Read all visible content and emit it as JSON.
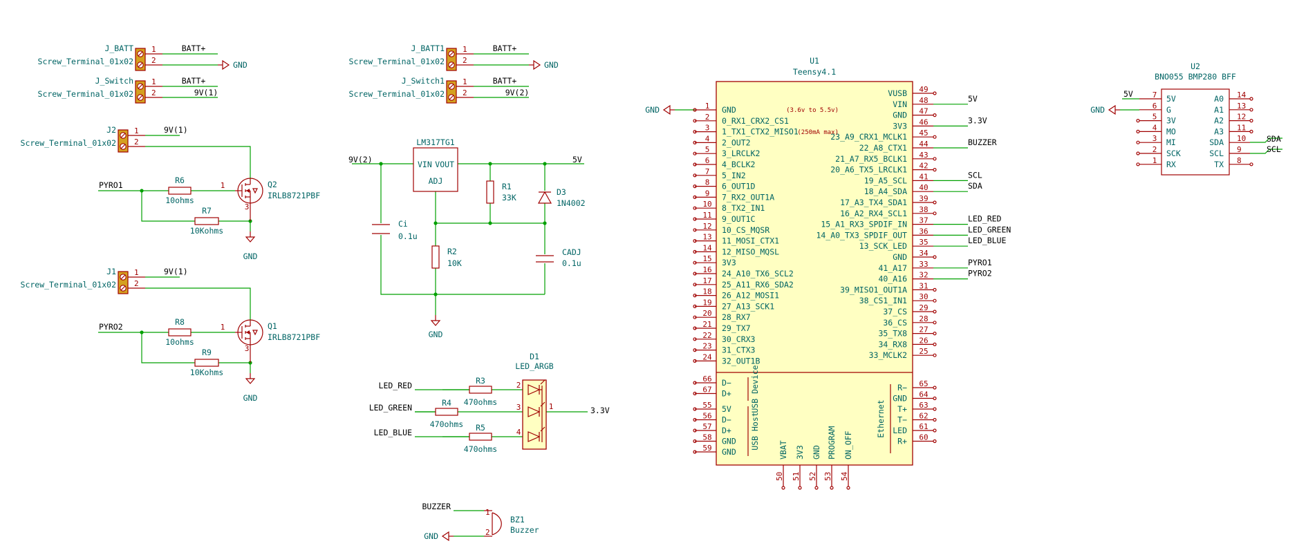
{
  "connectors": [
    {
      "ref": "J_BATT",
      "value": "Screw_Terminal_01x02",
      "pin1": "1",
      "pin2": "2",
      "net1": "BATT+",
      "net2": "GND"
    },
    {
      "ref": "J_Switch",
      "value": "Screw_Terminal_01x02",
      "pin1": "1",
      "pin2": "2",
      "net1": "BATT+",
      "net2": "9V(1)"
    },
    {
      "ref": "J2",
      "value": "Screw_Terminal_01x02",
      "pin1": "1",
      "pin2": "2",
      "net1": "9V(1)"
    },
    {
      "ref": "J1",
      "value": "Screw_Terminal_01x02",
      "pin1": "1",
      "pin2": "2",
      "net1": "9V(1)"
    },
    {
      "ref": "J_BATT1",
      "value": "Screw_Terminal_01x02",
      "pin1": "1",
      "pin2": "2",
      "net1": "BATT+",
      "net2": "GND"
    },
    {
      "ref": "J_Switch1",
      "value": "Screw_Terminal_01x02",
      "pin1": "1",
      "pin2": "2",
      "net1": "BATT+",
      "net2": "9V(2)"
    }
  ],
  "pyro1": {
    "input": "PYRO1",
    "gate_r": {
      "ref": "R6",
      "value": "10ohms"
    },
    "pull_r": {
      "ref": "R7",
      "value": "10Kohms"
    },
    "fet": {
      "ref": "Q2",
      "value": "IRLB8721PBF"
    },
    "pin": "1",
    "pin3": "3",
    "gnd": "GND"
  },
  "pyro2": {
    "input": "PYRO2",
    "gate_r": {
      "ref": "R8",
      "value": "10ohms"
    },
    "pull_r": {
      "ref": "R9",
      "value": "10Kohms"
    },
    "fet": {
      "ref": "Q1",
      "value": "IRLB8721PBF"
    },
    "pin": "1",
    "pin3": "3",
    "gnd": "GND"
  },
  "regulator": {
    "ref": "LM317TG1",
    "vin": "VIN",
    "vout": "VOUT",
    "adj": "ADJ",
    "in_net": "9V(2)",
    "out_net": "5V",
    "gnd": "GND",
    "ci": {
      "ref": "Ci",
      "value": "0.1u"
    },
    "r1": {
      "ref": "R1",
      "value": "33K"
    },
    "r2": {
      "ref": "R2",
      "value": "10K"
    },
    "d3": {
      "ref": "D3",
      "value": "1N4002"
    },
    "cadj": {
      "ref": "CADJ",
      "value": "0.1u"
    }
  },
  "led": {
    "ref": "D1",
    "value": "LED_ARGB",
    "common_net": "3.3V",
    "common_pin": "1",
    "channels": [
      {
        "net": "LED_RED",
        "ref": "R3",
        "value": "470ohms",
        "pin": "2"
      },
      {
        "net": "LED_GREEN",
        "ref": "R4",
        "value": "470ohms",
        "pin": "3"
      },
      {
        "net": "LED_BLUE",
        "ref": "R5",
        "value": "470ohms",
        "pin": "4"
      }
    ]
  },
  "buzzer": {
    "ref": "BZ1",
    "value": "Buzzer",
    "net1": "BUZZER",
    "net2": "GND",
    "pin1": "1",
    "pin2": "2"
  },
  "teensy": {
    "ref": "U1",
    "value": "Teensy4.1",
    "gnd_net": "GND",
    "left_pins": [
      {
        "num": "1",
        "name": "GND"
      },
      {
        "num": "2",
        "name": "0_RX1_CRX2_CS1"
      },
      {
        "num": "3",
        "name": "1_TX1_CTX2_MISO1"
      },
      {
        "num": "4",
        "name": "2_OUT2"
      },
      {
        "num": "5",
        "name": "3_LRCLK2"
      },
      {
        "num": "6",
        "name": "4_BCLK2"
      },
      {
        "num": "7",
        "name": "5_IN2"
      },
      {
        "num": "8",
        "name": "6_OUT1D"
      },
      {
        "num": "9",
        "name": "7_RX2_OUT1A"
      },
      {
        "num": "10",
        "name": "8_TX2_IN1"
      },
      {
        "num": "11",
        "name": "9_OUT1C"
      },
      {
        "num": "12",
        "name": "10_CS_MQSR"
      },
      {
        "num": "13",
        "name": "11_MOSI_CTX1"
      },
      {
        "num": "14",
        "name": "12_MISO_MQSL"
      },
      {
        "num": "15",
        "name": "3V3"
      },
      {
        "num": "16",
        "name": "24_A10_TX6_SCL2"
      },
      {
        "num": "17",
        "name": "25_A11_RX6_SDA2"
      },
      {
        "num": "18",
        "name": "26_A12_MOSI1"
      },
      {
        "num": "19",
        "name": "27_A13_SCK1"
      },
      {
        "num": "20",
        "name": "28_RX7"
      },
      {
        "num": "21",
        "name": "29_TX7"
      },
      {
        "num": "22",
        "name": "30_CRX3"
      },
      {
        "num": "23",
        "name": "31_CTX3"
      },
      {
        "num": "24",
        "name": "32_OUT1B"
      }
    ],
    "right_pins": [
      {
        "num": "49",
        "name": "VUSB",
        "net": ""
      },
      {
        "num": "48",
        "name": "VIN",
        "net": "5V"
      },
      {
        "num": "47",
        "name": "GND",
        "net": ""
      },
      {
        "num": "46",
        "name": "3V3",
        "net": "3.3V"
      },
      {
        "num": "45",
        "name": "23_A9_CRX1_MCLK1",
        "net": ""
      },
      {
        "num": "44",
        "name": "22_A8_CTX1",
        "net": "BUZZER"
      },
      {
        "num": "43",
        "name": "21_A7_RX5_BCLK1",
        "net": ""
      },
      {
        "num": "42",
        "name": "20_A6_TX5_LRCLK1",
        "net": ""
      },
      {
        "num": "41",
        "name": "19_A5_SCL",
        "net": "SCL"
      },
      {
        "num": "40",
        "name": "18_A4_SDA",
        "net": "SDA"
      },
      {
        "num": "39",
        "name": "17_A3_TX4_SDA1",
        "net": ""
      },
      {
        "num": "38",
        "name": "16_A2_RX4_SCL1",
        "net": ""
      },
      {
        "num": "37",
        "name": "15_A1_RX3_SPDIF_IN",
        "net": "LED_RED"
      },
      {
        "num": "36",
        "name": "14_A0_TX3_SPDIF_OUT",
        "net": "LED_GREEN"
      },
      {
        "num": "35",
        "name": "13_SCK_LED",
        "net": "LED_BLUE"
      },
      {
        "num": "34",
        "name": "GND",
        "net": ""
      },
      {
        "num": "33",
        "name": "41_A17",
        "net": "PYRO1"
      },
      {
        "num": "32",
        "name": "40_A16",
        "net": "PYRO2"
      },
      {
        "num": "31",
        "name": "39_MISO1_OUT1A",
        "net": ""
      },
      {
        "num": "30",
        "name": "38_CS1_IN1",
        "net": ""
      },
      {
        "num": "29",
        "name": "37_CS",
        "net": ""
      },
      {
        "num": "28",
        "name": "36_CS",
        "net": ""
      },
      {
        "num": "27",
        "name": "35_TX8",
        "net": ""
      },
      {
        "num": "26",
        "name": "34_RX8",
        "net": ""
      },
      {
        "num": "25",
        "name": "33_MCLK2",
        "net": ""
      }
    ],
    "vin_note": "(3.6v to 5.5v)",
    "v33_note": "(250mA max)",
    "usb_device": {
      "label": "USB Device",
      "pins": [
        {
          "num": "66",
          "name": "D−"
        },
        {
          "num": "67",
          "name": "D+"
        }
      ]
    },
    "usb_host": {
      "label": "USB Host",
      "pins": [
        {
          "num": "55",
          "name": "5V"
        },
        {
          "num": "56",
          "name": "D−"
        },
        {
          "num": "57",
          "name": "D+"
        },
        {
          "num": "58",
          "name": "GND"
        },
        {
          "num": "59",
          "name": "GND"
        }
      ]
    },
    "ethernet": {
      "label": "Ethernet",
      "pins": [
        {
          "num": "65",
          "name": "R−"
        },
        {
          "num": "64",
          "name": "GND"
        },
        {
          "num": "63",
          "name": "T+"
        },
        {
          "num": "62",
          "name": "T−"
        },
        {
          "num": "61",
          "name": "LED"
        },
        {
          "num": "60",
          "name": "R+"
        }
      ]
    },
    "bottom_pins": [
      {
        "num": "50",
        "name": "VBAT"
      },
      {
        "num": "51",
        "name": "3V3"
      },
      {
        "num": "52",
        "name": "GND"
      },
      {
        "num": "53",
        "name": "PROGRAM"
      },
      {
        "num": "54",
        "name": "ON_OFF"
      }
    ]
  },
  "imu": {
    "ref": "U2",
    "value": "BNO055 BMP280 BFF",
    "vin_net": "5V",
    "gnd_net": "GND",
    "sda_net": "SDA",
    "scl_net": "SCL",
    "left_pins": [
      {
        "num": "7",
        "name": "5V"
      },
      {
        "num": "6",
        "name": "G"
      },
      {
        "num": "5",
        "name": "3V"
      },
      {
        "num": "4",
        "name": "MO"
      },
      {
        "num": "3",
        "name": "MI"
      },
      {
        "num": "2",
        "name": "SCK"
      },
      {
        "num": "1",
        "name": "RX"
      }
    ],
    "right_pins": [
      {
        "num": "14",
        "name": "A0"
      },
      {
        "num": "13",
        "name": "A1"
      },
      {
        "num": "12",
        "name": "A2"
      },
      {
        "num": "11",
        "name": "A3"
      },
      {
        "num": "10",
        "name": "SDA"
      },
      {
        "num": "9",
        "name": "SCL"
      },
      {
        "num": "8",
        "name": "TX"
      }
    ]
  },
  "colors": {
    "wire": "#00a000",
    "symbol": "#a00000",
    "fill": "#ffffc2",
    "text": "#006464"
  }
}
